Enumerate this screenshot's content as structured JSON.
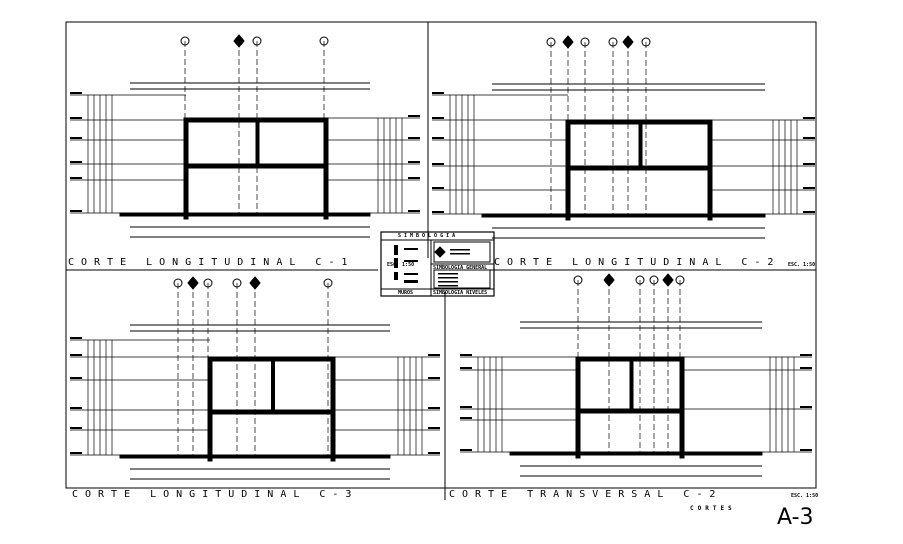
{
  "sheet": {
    "number": "A-3",
    "title": "CORTES"
  },
  "sections": [
    {
      "title": "CORTE LONGITUDINAL C-1",
      "scale": "ESC. 1:50"
    },
    {
      "title": "CORTE LONGITUDINAL C-2",
      "scale": "ESC. 1:50"
    },
    {
      "title": "CORTE LONGITUDINAL C-3",
      "scale": ""
    },
    {
      "title": "CORTE TRANSVERSAL C-2",
      "scale": "ESC. 1:50"
    }
  ],
  "legend": {
    "title": "SIMBOLOGIA",
    "walls_label": "MUROS",
    "general_label": "SIMBOLOGIA GENERAL",
    "levels_label": "SIMBOLOGIA NIVELES"
  }
}
